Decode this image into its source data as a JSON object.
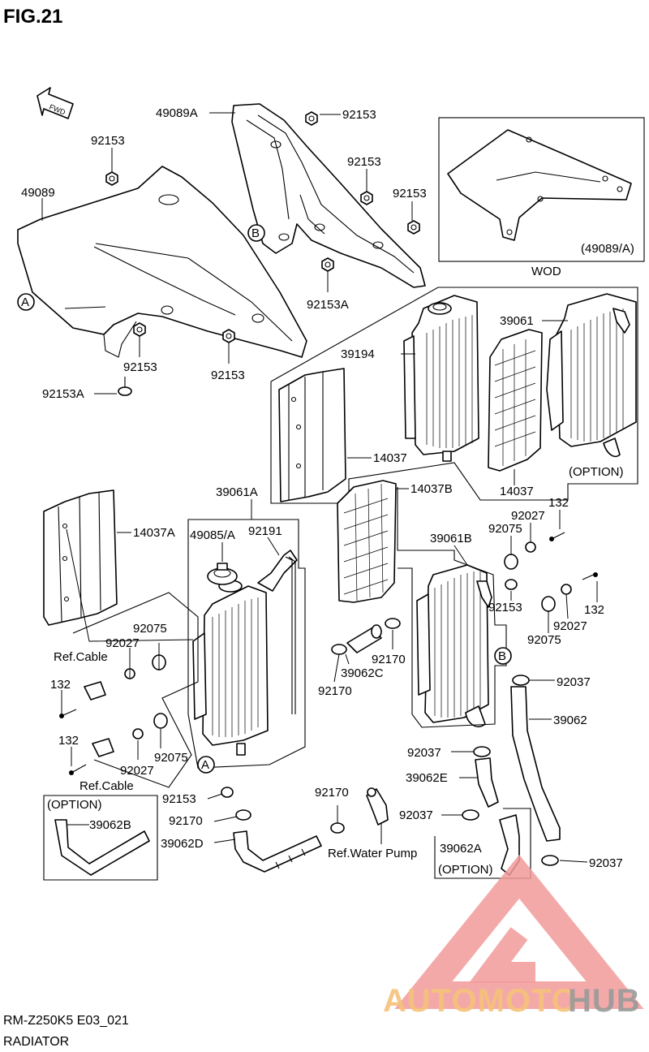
{
  "figure": {
    "title": "FIG.21",
    "model_code": "RM-Z250K5 E03_021",
    "section": "RADIATOR",
    "fwd_arrow_text": "FWD"
  },
  "inset_box_labels": {
    "wod": "WOD",
    "wod_variant": "(49089/A)",
    "option": "(OPTION)"
  },
  "callouts": [
    {
      "id": "c01",
      "text": "49089A"
    },
    {
      "id": "c02",
      "text": "92153"
    },
    {
      "id": "c03",
      "text": "92153"
    },
    {
      "id": "c04",
      "text": "49089"
    },
    {
      "id": "c05",
      "text": "92153"
    },
    {
      "id": "c06",
      "text": "92153"
    },
    {
      "id": "c07",
      "text": "92153A"
    },
    {
      "id": "c08",
      "text": "92153"
    },
    {
      "id": "c09",
      "text": "92153"
    },
    {
      "id": "c10",
      "text": "92153A"
    },
    {
      "id": "c11",
      "text": "39061"
    },
    {
      "id": "c12",
      "text": "39194"
    },
    {
      "id": "c13",
      "text": "14037"
    },
    {
      "id": "c14",
      "text": "14037"
    },
    {
      "id": "c15",
      "text": "(OPTION)"
    },
    {
      "id": "c16",
      "text": "39061A"
    },
    {
      "id": "c17",
      "text": "14037B"
    },
    {
      "id": "c18",
      "text": "14037A"
    },
    {
      "id": "c19",
      "text": "49085/A"
    },
    {
      "id": "c20",
      "text": "92191"
    },
    {
      "id": "c21",
      "text": "132"
    },
    {
      "id": "c22",
      "text": "92027"
    },
    {
      "id": "c23",
      "text": "92075"
    },
    {
      "id": "c24",
      "text": "39061B"
    },
    {
      "id": "c25",
      "text": "92153"
    },
    {
      "id": "c26",
      "text": "132"
    },
    {
      "id": "c27",
      "text": "92027"
    },
    {
      "id": "c28",
      "text": "92075"
    },
    {
      "id": "c29",
      "text": "92075"
    },
    {
      "id": "c30",
      "text": "92027"
    },
    {
      "id": "c31",
      "text": "Ref.Cable"
    },
    {
      "id": "c32",
      "text": "132"
    },
    {
      "id": "c33",
      "text": "92170"
    },
    {
      "id": "c34",
      "text": "39062C"
    },
    {
      "id": "c35",
      "text": "92170"
    },
    {
      "id": "c36",
      "text": "92037"
    },
    {
      "id": "c37",
      "text": "39062"
    },
    {
      "id": "c38",
      "text": "132"
    },
    {
      "id": "c39",
      "text": "92027"
    },
    {
      "id": "c40",
      "text": "92075"
    },
    {
      "id": "c41",
      "text": "Ref.Cable"
    },
    {
      "id": "c42",
      "text": "92037"
    },
    {
      "id": "c43",
      "text": "39062E"
    },
    {
      "id": "c44",
      "text": "92153"
    },
    {
      "id": "c45",
      "text": "92170"
    },
    {
      "id": "c46",
      "text": "92170"
    },
    {
      "id": "c47",
      "text": "92037"
    },
    {
      "id": "c48",
      "text": "(OPTION)"
    },
    {
      "id": "c49",
      "text": "39062B"
    },
    {
      "id": "c50",
      "text": "39062D"
    },
    {
      "id": "c51",
      "text": "Ref.Water Pump"
    },
    {
      "id": "c52",
      "text": "39062A"
    },
    {
      "id": "c53",
      "text": "(OPTION)"
    },
    {
      "id": "c54",
      "text": "92037"
    }
  ],
  "reference_markers": [
    "A",
    "B",
    "A",
    "B"
  ],
  "watermark": {
    "brand_a": "AUTOMOTO",
    "brand_b": "HUB"
  }
}
